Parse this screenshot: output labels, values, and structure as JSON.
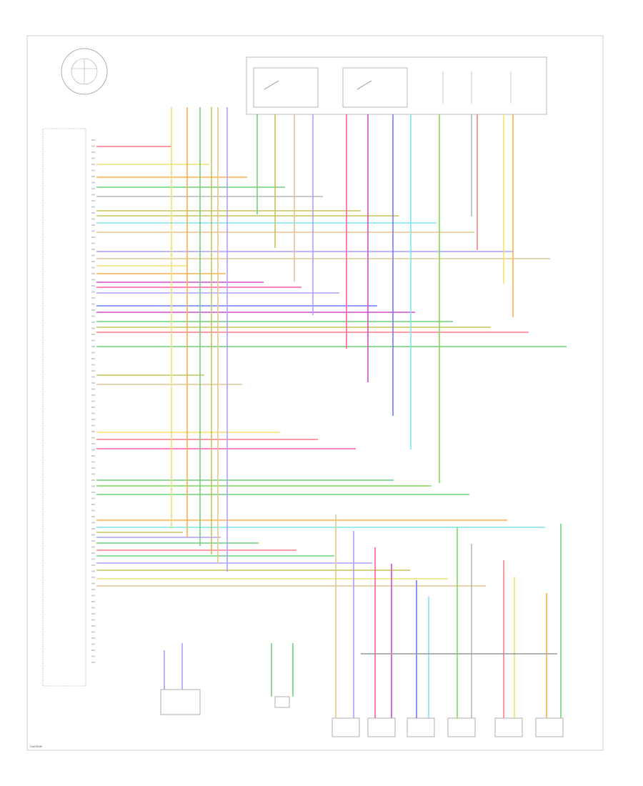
{
  "wires": [
    {
      "name": "wire-red-1",
      "color": "#ff7a8a"
    },
    {
      "name": "wire-yellow-1",
      "color": "#f3df6e"
    },
    {
      "name": "wire-orange-1",
      "color": "#f6b14a"
    },
    {
      "name": "wire-green-1",
      "color": "#6fd07a"
    },
    {
      "name": "wire-olive-1",
      "color": "#c7c35a"
    },
    {
      "name": "wire-tan-1",
      "color": "#e6c58e"
    },
    {
      "name": "wire-violet-1",
      "color": "#a9a0ff"
    },
    {
      "name": "wire-pink-1",
      "color": "#ff5aa8"
    },
    {
      "name": "wire-magenta-1",
      "color": "#d24cd2"
    },
    {
      "name": "wire-blue-1",
      "color": "#6d7bff"
    },
    {
      "name": "wire-cyan-1",
      "color": "#7fe3ee"
    },
    {
      "name": "wire-lime-1",
      "color": "#7fdc5a"
    },
    {
      "name": "wire-gray-1",
      "color": "#b8b8b8"
    }
  ],
  "labels": {
    "footer": "DIAGRAM"
  }
}
